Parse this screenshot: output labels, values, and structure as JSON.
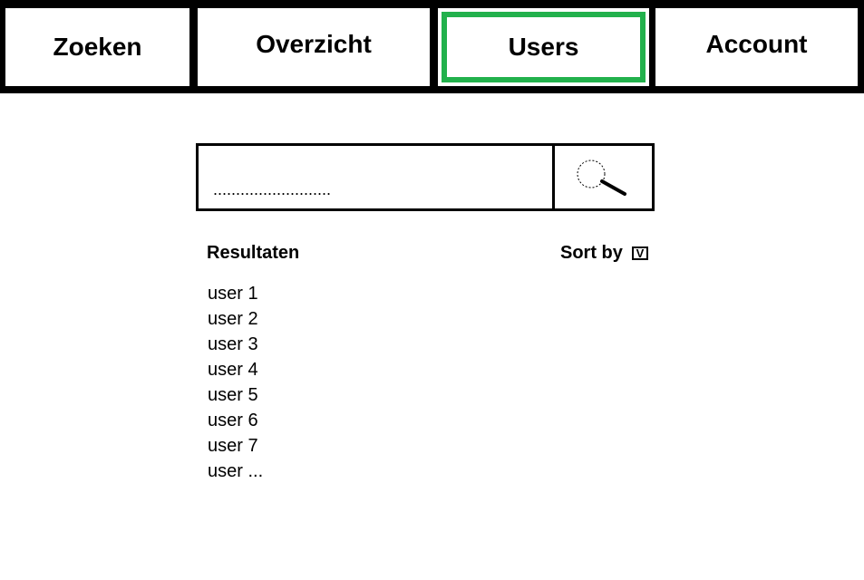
{
  "nav": {
    "tabs": [
      {
        "label": "Zoeken"
      },
      {
        "label": "Overzicht"
      },
      {
        "label": "Users",
        "active": true
      },
      {
        "label": "Account"
      }
    ],
    "active_color": "#22b14c"
  },
  "search": {
    "value": "..........................",
    "button_icon": "magnifier-icon"
  },
  "results": {
    "heading": "Resultaten",
    "sort_label": "Sort by",
    "sort_toggle": "V",
    "items": [
      "user 1",
      "user 2",
      "user 3",
      "user 4",
      "user 5",
      "user 6",
      "user 7",
      "user ..."
    ]
  }
}
